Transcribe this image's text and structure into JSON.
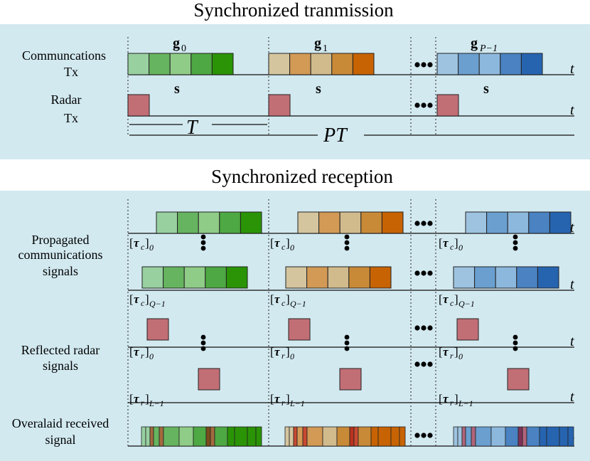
{
  "titles": {
    "transmission": "Synchronized tranmission",
    "reception": "Synchronized reception"
  },
  "labels": {
    "comm_tx_1": "Communcations",
    "comm_tx_2": "Tx",
    "radar_tx_1": "Radar",
    "radar_tx_2": "Tx",
    "prop_1": "Propagated",
    "prop_2": "communications",
    "prop_3": "signals",
    "refl_1": "Reflected radar",
    "refl_2": "signals",
    "over_1": "Overalaid received",
    "over_2": "signal"
  },
  "symbols": {
    "g_base": "g",
    "g_subs": [
      "0",
      "1",
      "P−1"
    ],
    "s": "s",
    "t": "t",
    "T": "T",
    "PT": "PT",
    "tau_c": "τ",
    "tau_c_sub": "c",
    "tau_r": "τ",
    "tau_r_sub": "r",
    "idx_0": "0",
    "idx_Q": "Q−1",
    "idx_L": "L−1",
    "bracket_open": "[",
    "bracket_close": "]"
  },
  "colors": {
    "panel_bg": "#d2e9f0",
    "green": [
      "#98d0a0",
      "#66b45f",
      "#8fcc87",
      "#4ea843",
      "#2a9406"
    ],
    "orange": [
      "#d4c59f",
      "#d29a55",
      "#d1bb8d",
      "#c98a37",
      "#c76303"
    ],
    "blue": [
      "#9dc3e0",
      "#6a9fcf",
      "#8db8dd",
      "#4a82c2",
      "#2664b0"
    ],
    "radar": "#c26e75",
    "overlay_green_extra": [
      "#a26a3e",
      "#7a4c1c"
    ],
    "overlay_orange_extra": [
      "#c74a32",
      "#b9331f"
    ],
    "overlay_blue_extra": [
      "#b0647a",
      "#7e3358"
    ]
  }
}
